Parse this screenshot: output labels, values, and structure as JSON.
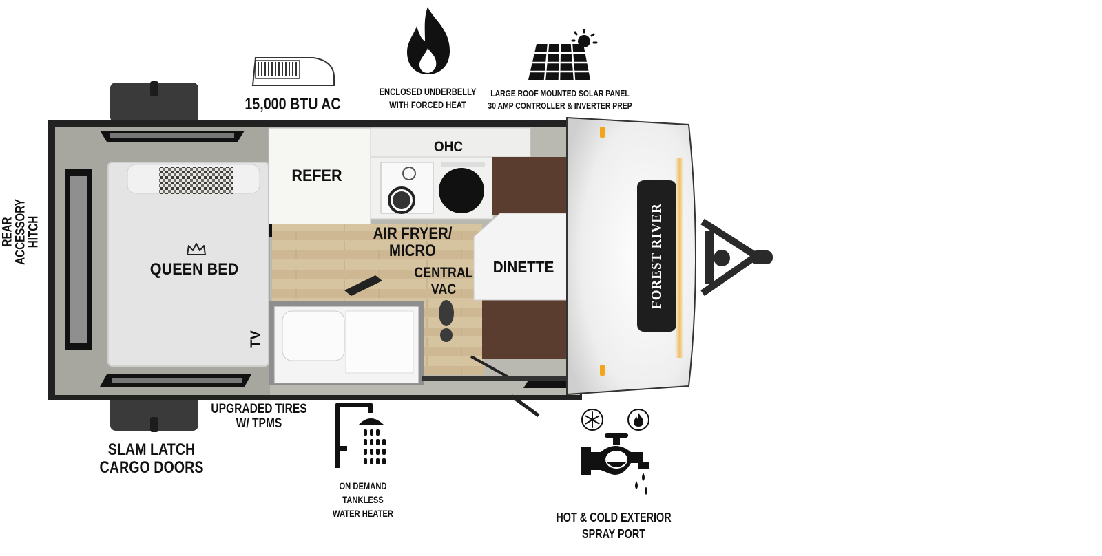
{
  "features": {
    "ac": "15,000 BTU AC",
    "underbelly_line1": "ENCLOSED UNDERBELLY",
    "underbelly_line2": "WITH FORCED HEAT",
    "solar_line1": "LARGE ROOF MOUNTED SOLAR PANEL",
    "solar_line2": "30 AMP CONTROLLER & INVERTER PREP",
    "rear_hitch_line1": "REAR",
    "rear_hitch_line2": "ACCESSORY",
    "rear_hitch_line3": "HITCH",
    "tires_line1": "UPGRADED TIRES",
    "tires_line2": "W/ TPMS",
    "cargo_line1": "SLAM LATCH",
    "cargo_line2": "CARGO DOORS",
    "water_heater_line1": "ON DEMAND",
    "water_heater_line2": "TANKLESS",
    "water_heater_line3": "WATER HEATER",
    "spray_line1": "HOT & COLD EXTERIOR",
    "spray_line2": "SPRAY PORT"
  },
  "rooms": {
    "bed": "QUEEN BED",
    "refer": "REFER",
    "ohc": "OHC",
    "airfryer_line1": "AIR FRYER/",
    "airfryer_line2": "MICRO",
    "central_line1": "CENTRAL",
    "central_line2": "VAC",
    "dinette": "DINETTE",
    "tv": "TV"
  },
  "brand": "FOREST RIVER",
  "colors": {
    "wall": "#222222",
    "interior_gray": "#b9b8b1",
    "floor": "#d4c09c",
    "upholstery": "#5a3d2e",
    "fabric": "#e7e7e7",
    "accent_orange": "#f2a51b"
  }
}
